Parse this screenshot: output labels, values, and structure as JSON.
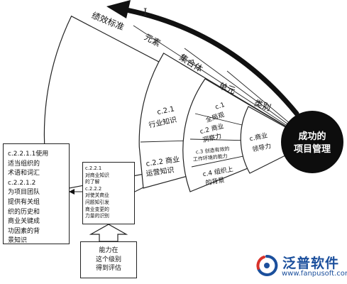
{
  "diagram": {
    "center": {
      "line1": "成功的",
      "line2": "项目管理"
    },
    "top_labels": {
      "performance_criteria": "绩效标准",
      "elements": "元素",
      "aggregate": "集合体",
      "unit": "单元",
      "category": "类别"
    },
    "inner_ring": {
      "leadership": {
        "line1": "c.商业",
        "line2": "领导力"
      }
    },
    "middle_ring": {
      "c1": {
        "line1": "c.1",
        "line2": "全局观"
      },
      "c2": {
        "line1": "c.2 商业",
        "line2": "洞察力"
      },
      "c3": {
        "line1": "c.3 创造有效的",
        "line2": "工作环境的能力"
      },
      "c4": {
        "line1": "c.4 组织上",
        "line2": "的背景"
      }
    },
    "outer_ring": {
      "c21": {
        "line1": "c.2.1",
        "line2": "行业知识"
      },
      "c22": {
        "line1": "c.2.2 商业",
        "line2": "运营知识"
      }
    },
    "box_left": {
      "l1": "c.2.2.1.1使用",
      "l2": "适当组织的",
      "l3": "术语和词汇",
      "l4": "c.2.2.1.2",
      "l5": "为项目团队",
      "l6": "提供有关组",
      "l7": "织的历史和",
      "l8": "商业关键成",
      "l9": "功因素的背",
      "l10": "景知识"
    },
    "box_mid": {
      "l1": "c.2.2.1",
      "l2": "对商业知识",
      "l3": "的了解",
      "l4": "c.2.2.2",
      "l5": "对使关商业",
      "l6": "问题知引发",
      "l7": "商业变更的",
      "l8": "力量的识别"
    },
    "box_bottom": {
      "l1": "能力在",
      "l2": "这个级别",
      "l3": "得到评估"
    },
    "cursor": "I"
  },
  "logo": {
    "name": "泛普软件",
    "url": "www.fanpusoft.com"
  },
  "colors": {
    "line": "#222222",
    "center_fill": "#0d0d0d",
    "logo_blue": "#1b4f9c",
    "logo_red": "#d8322a"
  }
}
